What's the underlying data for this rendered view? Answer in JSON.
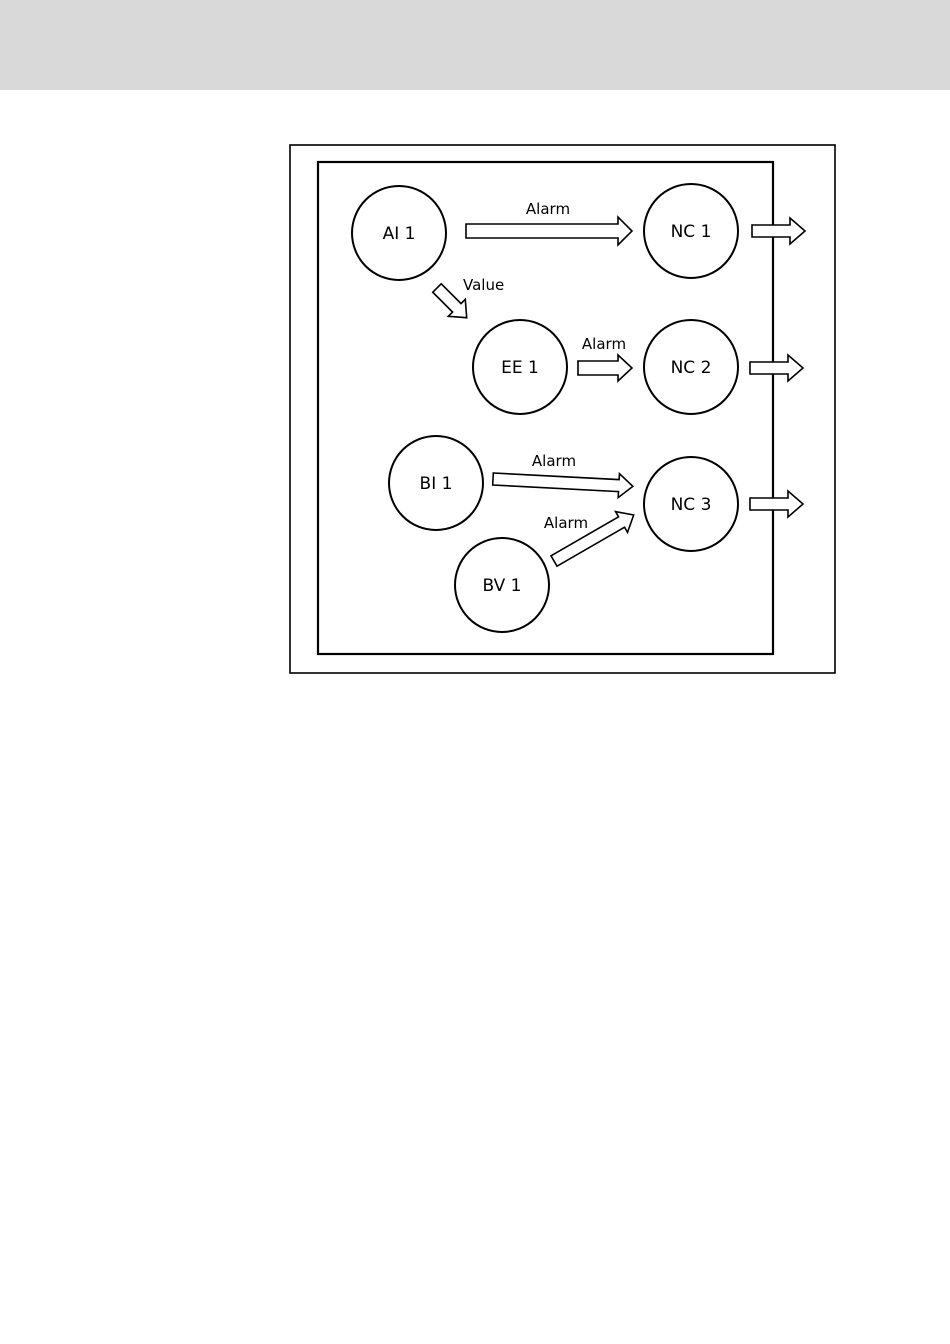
{
  "nodes": {
    "ai1": "AI 1",
    "nc1": "NC 1",
    "ee1": "EE 1",
    "nc2": "NC 2",
    "bi1": "BI 1",
    "nc3": "NC 3",
    "bv1": "BV 1"
  },
  "edges": {
    "ai1_nc1": "Alarm",
    "ai1_ee1": "Value",
    "ee1_nc2": "Alarm",
    "bi1_nc3": "Alarm",
    "bv1_nc3": "Alarm"
  }
}
